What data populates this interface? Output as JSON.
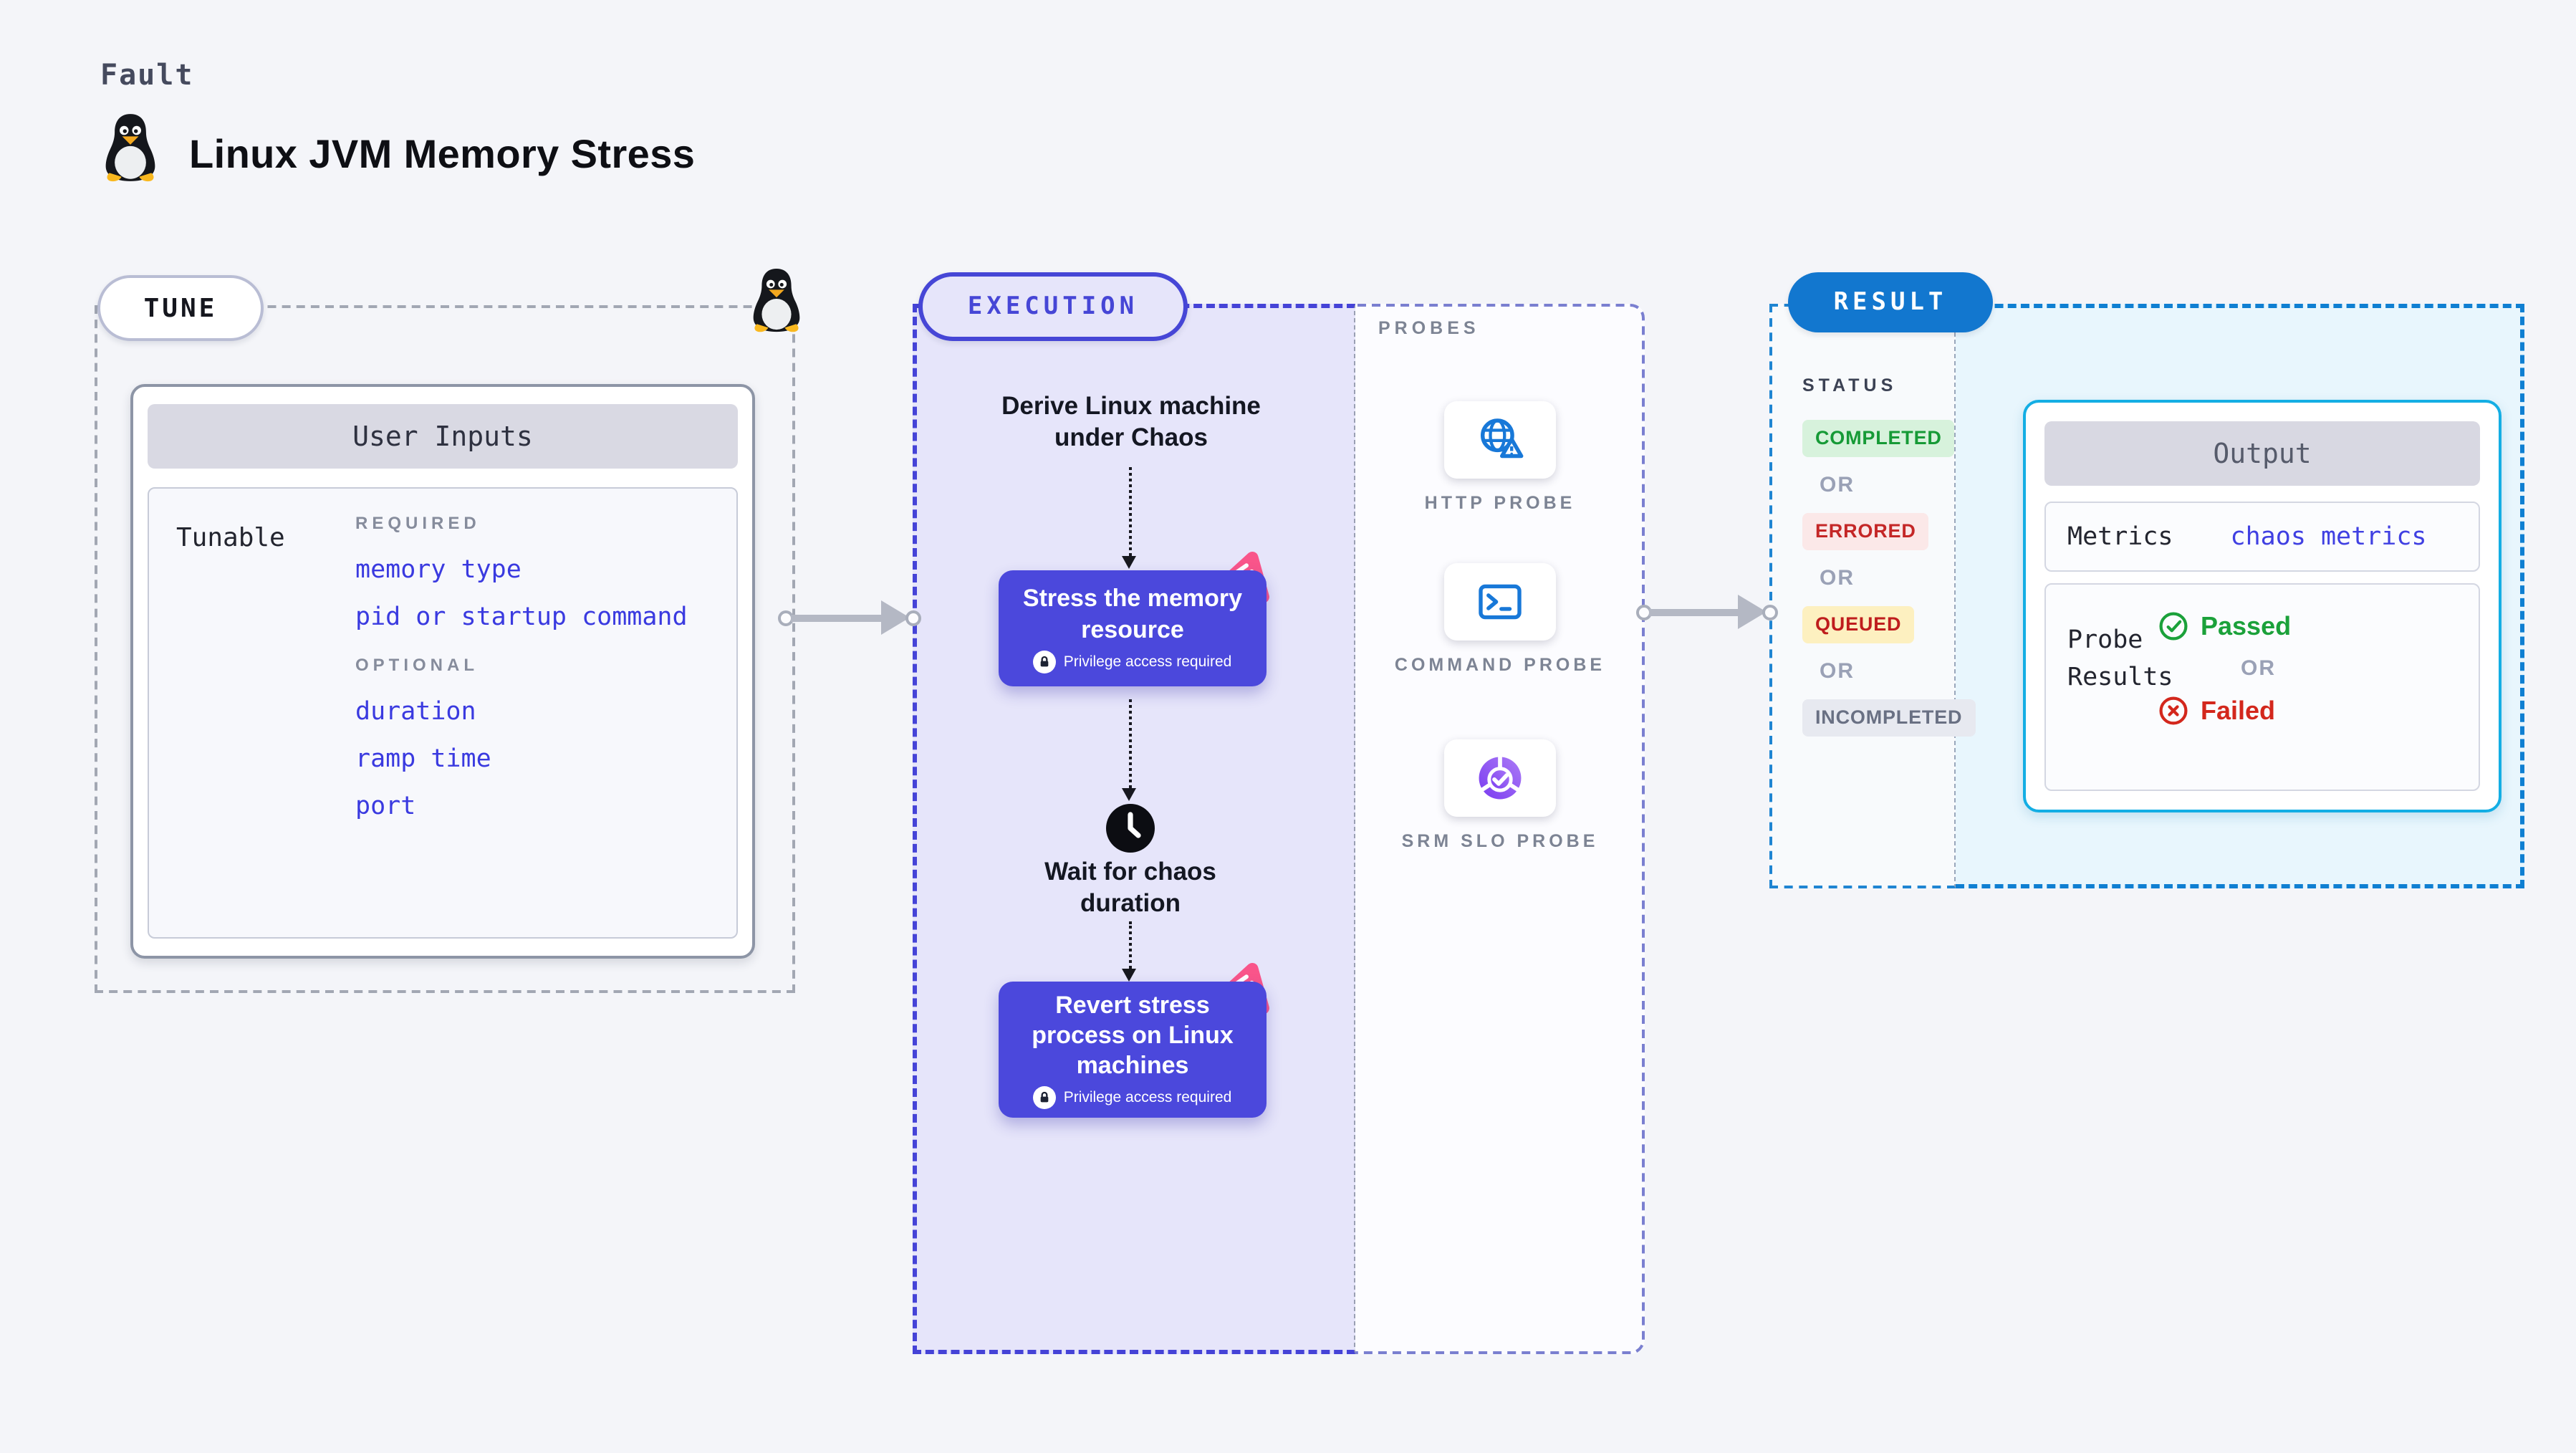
{
  "page": {
    "eyebrow": "Fault",
    "title": "Linux JVM Memory Stress"
  },
  "tune": {
    "pill": "TUNE",
    "card_title": "User Inputs",
    "row_label": "Tunable",
    "required_heading": "REQUIRED",
    "optional_heading": "OPTIONAL",
    "required_items": [
      "memory type",
      "pid or startup command"
    ],
    "optional_items": [
      "duration",
      "ramp time",
      "port"
    ]
  },
  "execution": {
    "pill": "EXECUTION",
    "derive_text": "Derive Linux machine under Chaos",
    "stress_title": "Stress the memory resource",
    "privilege_label": "Privilege access required",
    "wait_text": "Wait for chaos duration",
    "revert_title": "Revert stress process on Linux machines"
  },
  "probes": {
    "heading": "PROBES",
    "items": [
      {
        "label": "HTTP PROBE",
        "icon": "globe-alert-icon"
      },
      {
        "label": "COMMAND PROBE",
        "icon": "terminal-icon"
      },
      {
        "label": "SRM SLO PROBE",
        "icon": "donut-check-icon"
      }
    ]
  },
  "result": {
    "pill": "RESULT",
    "status_heading": "STATUS",
    "or_label": "OR",
    "statuses": [
      {
        "label": "COMPLETED"
      },
      {
        "label": "ERRORED"
      },
      {
        "label": "QUEUED"
      },
      {
        "label": "INCOMPLETED"
      }
    ],
    "output": {
      "title": "Output",
      "metrics_label": "Metrics",
      "metrics_value": "chaos metrics",
      "probe_results_label": "Probe Results",
      "passed_label": "Passed",
      "or_label": "OR",
      "failed_label": "Failed"
    }
  },
  "colors": {
    "background": "#f4f5f9",
    "execution_accent": "#4646d6",
    "execution_fill": "#e6e5fa",
    "action_card": "#4b48dc",
    "link": "#3a3ae0",
    "result_blue": "#1277cf",
    "output_border": "#14aee4",
    "output_fill": "#e8f6fd",
    "completed_green": "#169a36",
    "errored_red": "#c42727",
    "queued_yellow_bg": "#fdf0c0",
    "passed_green": "#1ba13a",
    "failed_red": "#d3271c",
    "chaos_pink": "#f9558a",
    "probe_icon_blue": "#1878d8"
  }
}
